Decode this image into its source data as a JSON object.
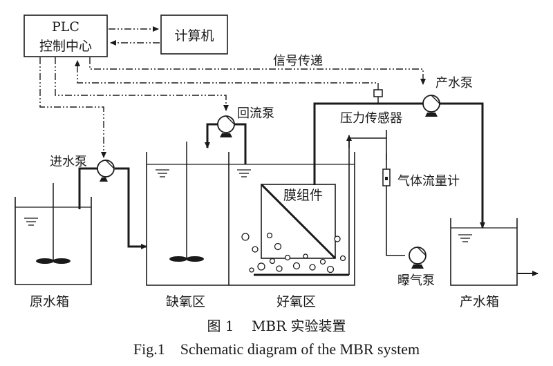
{
  "labels": {
    "plc_line1": "PLC",
    "plc_line2": "控制中心",
    "computer": "计算机",
    "signal": "信号传递",
    "product_pump": "产水泵",
    "reflux_pump": "回流泵",
    "pressure_sensor": "压力传感器",
    "inlet_pump": "进水泵",
    "gas_flowmeter": "气体流量计",
    "membrane": "膜组件",
    "raw_tank": "原水箱",
    "anoxic": "缺氧区",
    "aerobic": "好氧区",
    "aeration_pump": "曝气泵",
    "product_tank": "产水箱"
  },
  "caption": {
    "cn": "图 1    MBR 实验装置",
    "en": "Fig.1    Schematic diagram of the MBR system"
  }
}
